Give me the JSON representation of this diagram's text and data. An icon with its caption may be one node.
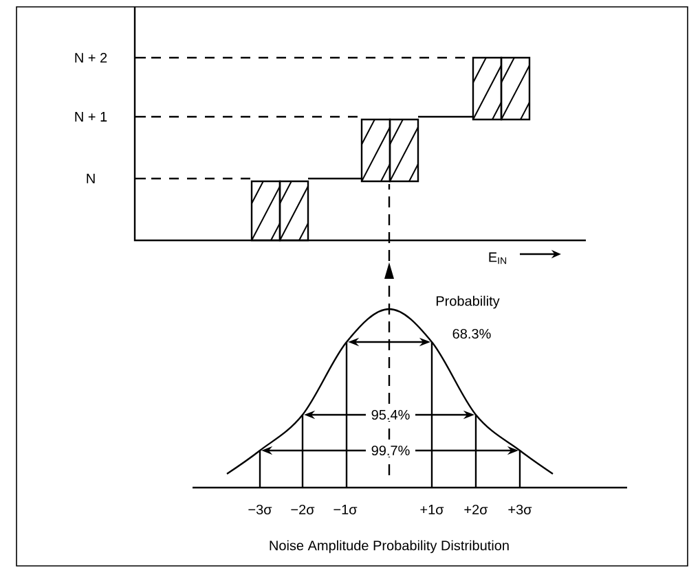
{
  "diagram": {
    "caption": "Noise Amplitude Probability Distribution",
    "labels": [
      "N + 2",
      "N + 1",
      "N",
      "E$_{IN}$",
      "Probability",
      "68.3%",
      "95.4%",
      "99.7%",
      "−3σ",
      "−2σ",
      "−1σ",
      "+1σ",
      "+2σ",
      "+3σ"
    ]
  }
}
